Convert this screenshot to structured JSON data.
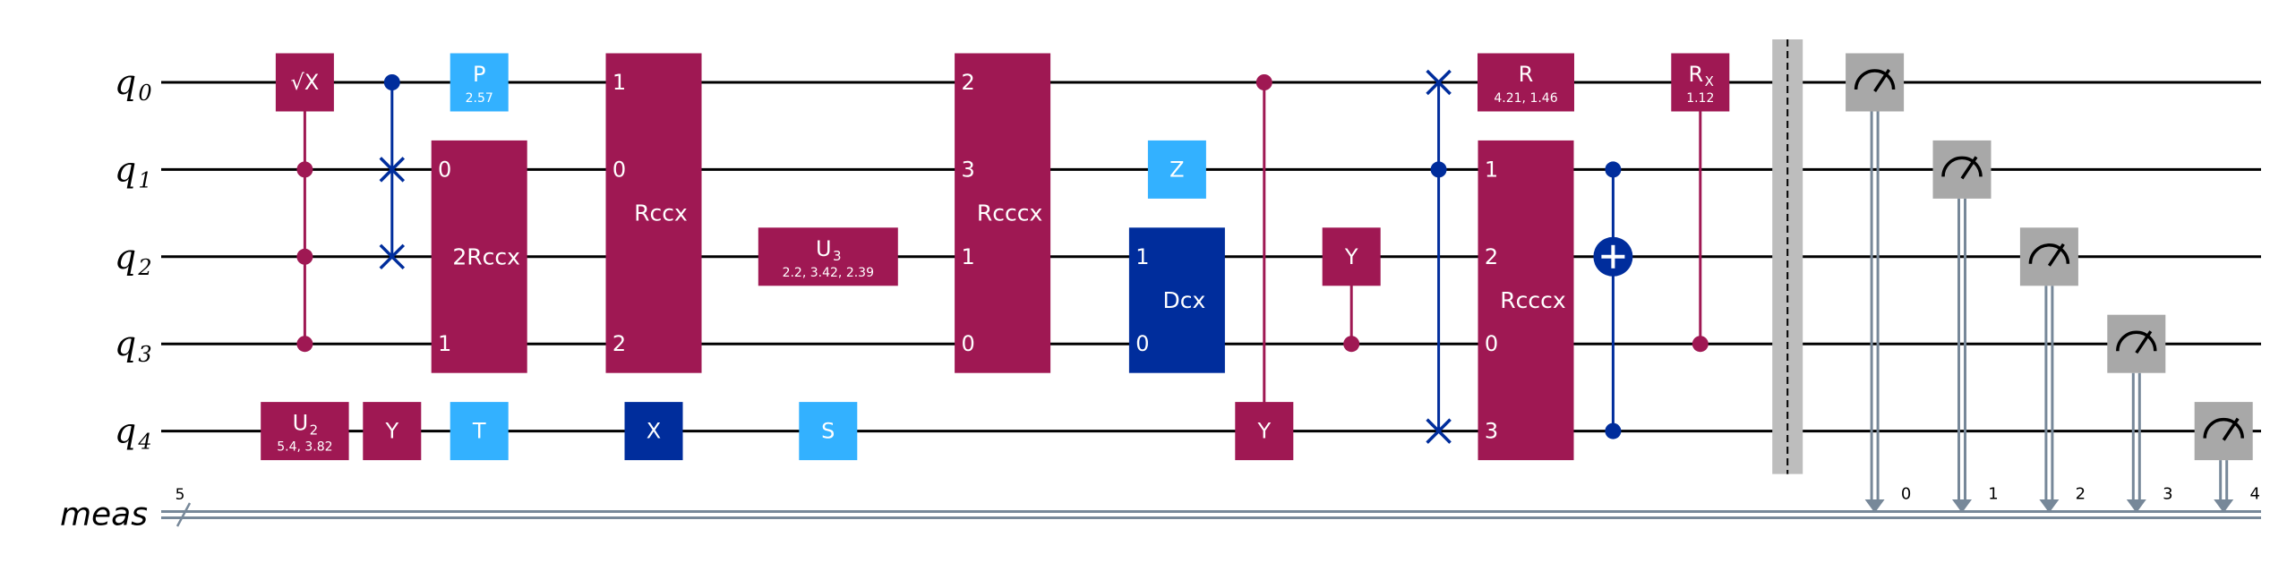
{
  "colors": {
    "background": "#ffffff",
    "wire": "#000000",
    "classical_wire": "#778899",
    "magenta_gate": "#9f1853",
    "light_blue_gate": "#33b1ff",
    "dark_blue_gate": "#002d9c",
    "measure_gate": "#a8a8a8",
    "barrier": "#bdbdbd",
    "gate_text": "#ffffff"
  },
  "wires": {
    "qubits": [
      {
        "letter": "q",
        "index": "0"
      },
      {
        "letter": "q",
        "index": "1"
      },
      {
        "letter": "q",
        "index": "2"
      },
      {
        "letter": "q",
        "index": "3"
      },
      {
        "letter": "q",
        "index": "4"
      }
    ],
    "classical": {
      "label": "meas",
      "width": "5"
    }
  },
  "gates": [
    {
      "id": "sx",
      "label": "√X",
      "params": "",
      "col": 1,
      "qubits": [
        0
      ],
      "color": "magenta"
    },
    {
      "id": "u2",
      "label": "U",
      "sub": "2",
      "params": "5.4, 3.82",
      "col": 1,
      "qubits": [
        4
      ],
      "color": "magenta"
    },
    {
      "id": "y-q4-a",
      "label": "Y",
      "params": "",
      "col": 2,
      "qubits": [
        4
      ],
      "color": "magenta"
    },
    {
      "id": "p",
      "label": "P",
      "params": "2.57",
      "col": 3,
      "qubits": [
        0
      ],
      "color": "light-blue"
    },
    {
      "id": "rccx-a",
      "label": "2Rccx",
      "col": 3,
      "qubits": [
        1,
        3
      ],
      "pins": [
        {
          "q": 1,
          "t": "0"
        },
        {
          "q": 3,
          "t": "1"
        }
      ],
      "color": "magenta",
      "label_q": 2
    },
    {
      "id": "t",
      "label": "T",
      "params": "",
      "col": 3,
      "qubits": [
        4
      ],
      "color": "light-blue"
    },
    {
      "id": "rccx-b",
      "label": "Rccx",
      "col": 5,
      "qubits": [
        0,
        3
      ],
      "pins": [
        {
          "q": 0,
          "t": "1"
        },
        {
          "q": 1,
          "t": "0"
        },
        {
          "q": 3,
          "t": "2"
        }
      ],
      "color": "magenta",
      "label_q": 1.5
    },
    {
      "id": "x",
      "label": "X",
      "params": "",
      "col": 5,
      "qubits": [
        4
      ],
      "color": "dark-blue"
    },
    {
      "id": "u3",
      "label": "U",
      "sub": "3",
      "params": "2.2, 3.42, 2.39",
      "col": 7,
      "qubits": [
        2
      ],
      "color": "magenta"
    },
    {
      "id": "s",
      "label": "S",
      "params": "",
      "col": 7,
      "qubits": [
        4
      ],
      "color": "light-blue"
    },
    {
      "id": "rcccx-a",
      "label": "Rcccx",
      "col": 9,
      "qubits": [
        0,
        3
      ],
      "pins": [
        {
          "q": 0,
          "t": "2"
        },
        {
          "q": 1,
          "t": "3"
        },
        {
          "q": 2,
          "t": "1"
        },
        {
          "q": 3,
          "t": "0"
        }
      ],
      "color": "magenta",
      "label_q": 1.5
    },
    {
      "id": "z",
      "label": "Z",
      "params": "",
      "col": 11,
      "qubits": [
        1
      ],
      "color": "light-blue"
    },
    {
      "id": "dcx",
      "label": "Dcx",
      "col": 11,
      "qubits": [
        2,
        3
      ],
      "pins": [
        {
          "q": 2,
          "t": "1"
        },
        {
          "q": 3,
          "t": "0"
        }
      ],
      "color": "dark-blue",
      "label_q": 2.5
    },
    {
      "id": "y-q4-b",
      "label": "Y",
      "params": "",
      "col": 12,
      "qubits": [
        4
      ],
      "color": "magenta"
    },
    {
      "id": "y-q2",
      "label": "Y",
      "params": "",
      "col": 13,
      "qubits": [
        2
      ],
      "color": "magenta"
    },
    {
      "id": "r",
      "label": "R",
      "params": "4.21, 1.46",
      "col": 15,
      "qubits": [
        0
      ],
      "color": "magenta"
    },
    {
      "id": "rcccx-b",
      "label": "Rcccx",
      "col": 15,
      "qubits": [
        1,
        4
      ],
      "pins": [
        {
          "q": 1,
          "t": "1"
        },
        {
          "q": 2,
          "t": "2"
        },
        {
          "q": 3,
          "t": "0"
        },
        {
          "q": 4,
          "t": "3"
        }
      ],
      "color": "magenta",
      "label_q": 2.5
    },
    {
      "id": "rx",
      "label": "R",
      "sub": "X",
      "params": "1.12",
      "col": 17,
      "qubits": [
        0
      ],
      "color": "magenta"
    }
  ],
  "controls": [
    {
      "id": "ccz",
      "col": 1,
      "dots": [
        1,
        2,
        3
      ],
      "span": [
        0,
        3
      ],
      "color": "magenta"
    },
    {
      "id": "cy-q4",
      "col": 12,
      "dots": [
        0
      ],
      "span": [
        0,
        4
      ],
      "color": "magenta"
    },
    {
      "id": "cy-q2",
      "col": 13,
      "dots": [
        3
      ],
      "span": [
        2,
        3
      ],
      "color": "magenta"
    },
    {
      "id": "crx",
      "col": 17,
      "dots": [
        3
      ],
      "span": [
        0,
        3
      ],
      "color": "magenta"
    }
  ],
  "swaps": [
    {
      "id": "cswap-a",
      "col": 2,
      "dots": [
        0
      ],
      "crosses": [
        1,
        2
      ]
    },
    {
      "id": "cswap-b",
      "col": 14,
      "dots": [
        1
      ],
      "crosses": [
        0,
        4
      ]
    }
  ],
  "cnots": [
    {
      "id": "ccx",
      "col": 16,
      "dots": [
        1,
        4
      ],
      "target": 2
    }
  ],
  "barrier": {
    "col": 18
  },
  "measurements": [
    {
      "qubit": 0,
      "bit": "0",
      "col": 19
    },
    {
      "qubit": 1,
      "bit": "1",
      "col": 20
    },
    {
      "qubit": 2,
      "bit": "2",
      "col": 21
    },
    {
      "qubit": 3,
      "bit": "3",
      "col": 22
    },
    {
      "qubit": 4,
      "bit": "4",
      "col": 23
    }
  ]
}
